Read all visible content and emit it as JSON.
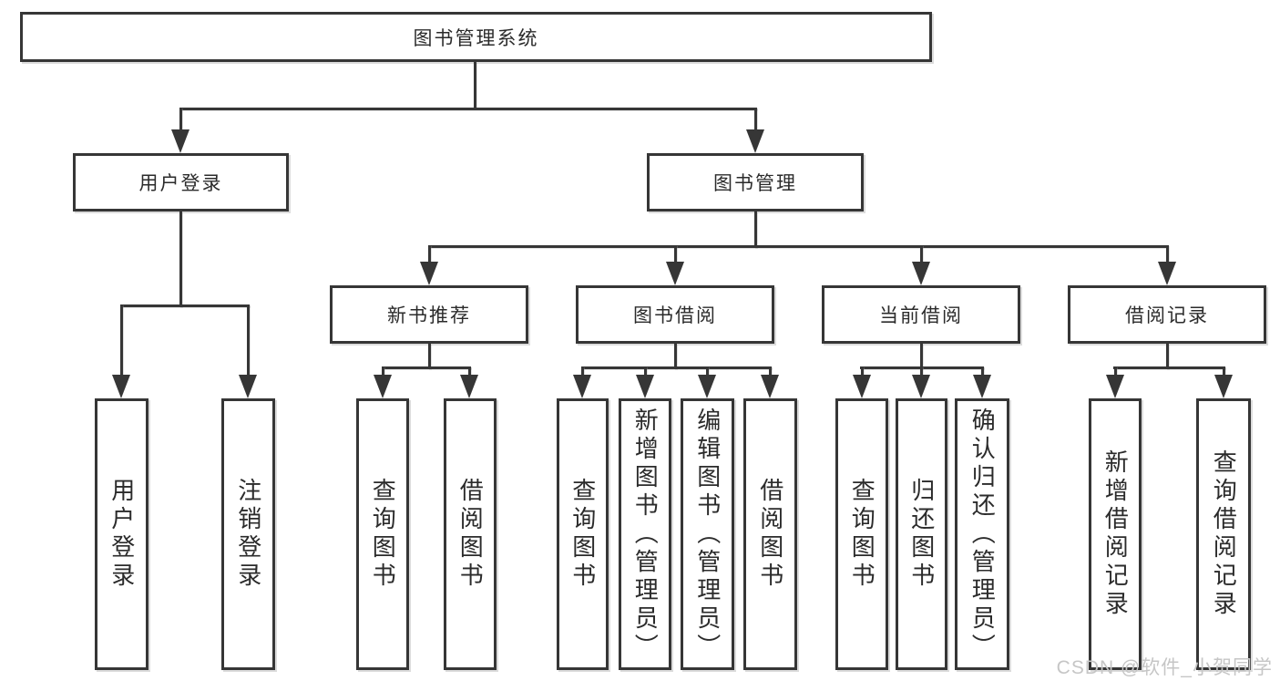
{
  "diagram": {
    "root": {
      "label": "图书管理系统"
    },
    "level2": [
      {
        "label": "用户登录"
      },
      {
        "label": "图书管理"
      }
    ],
    "level3": [
      {
        "label": "新书推荐"
      },
      {
        "label": "图书借阅"
      },
      {
        "label": "当前借阅"
      },
      {
        "label": "借阅记录"
      }
    ],
    "leaves": [
      {
        "label": "用户登录"
      },
      {
        "label": "注销登录"
      },
      {
        "label": "查询图书"
      },
      {
        "label": "借阅图书"
      },
      {
        "label": "查询图书"
      },
      {
        "label": "新增图书（管理员）"
      },
      {
        "label": "编辑图书（管理员）"
      },
      {
        "label": "借阅图书"
      },
      {
        "label": "查询图书"
      },
      {
        "label": "归还图书"
      },
      {
        "label": "确认归还（管理员）"
      },
      {
        "label": "新增借阅记录"
      },
      {
        "label": "查询借阅记录"
      }
    ]
  },
  "watermark": {
    "text": "CSDN @软件_小贺同学"
  },
  "colors": {
    "line": "#363636",
    "text": "#2b2b2b",
    "background": "#ffffff",
    "watermark": "#c6c6c6"
  }
}
